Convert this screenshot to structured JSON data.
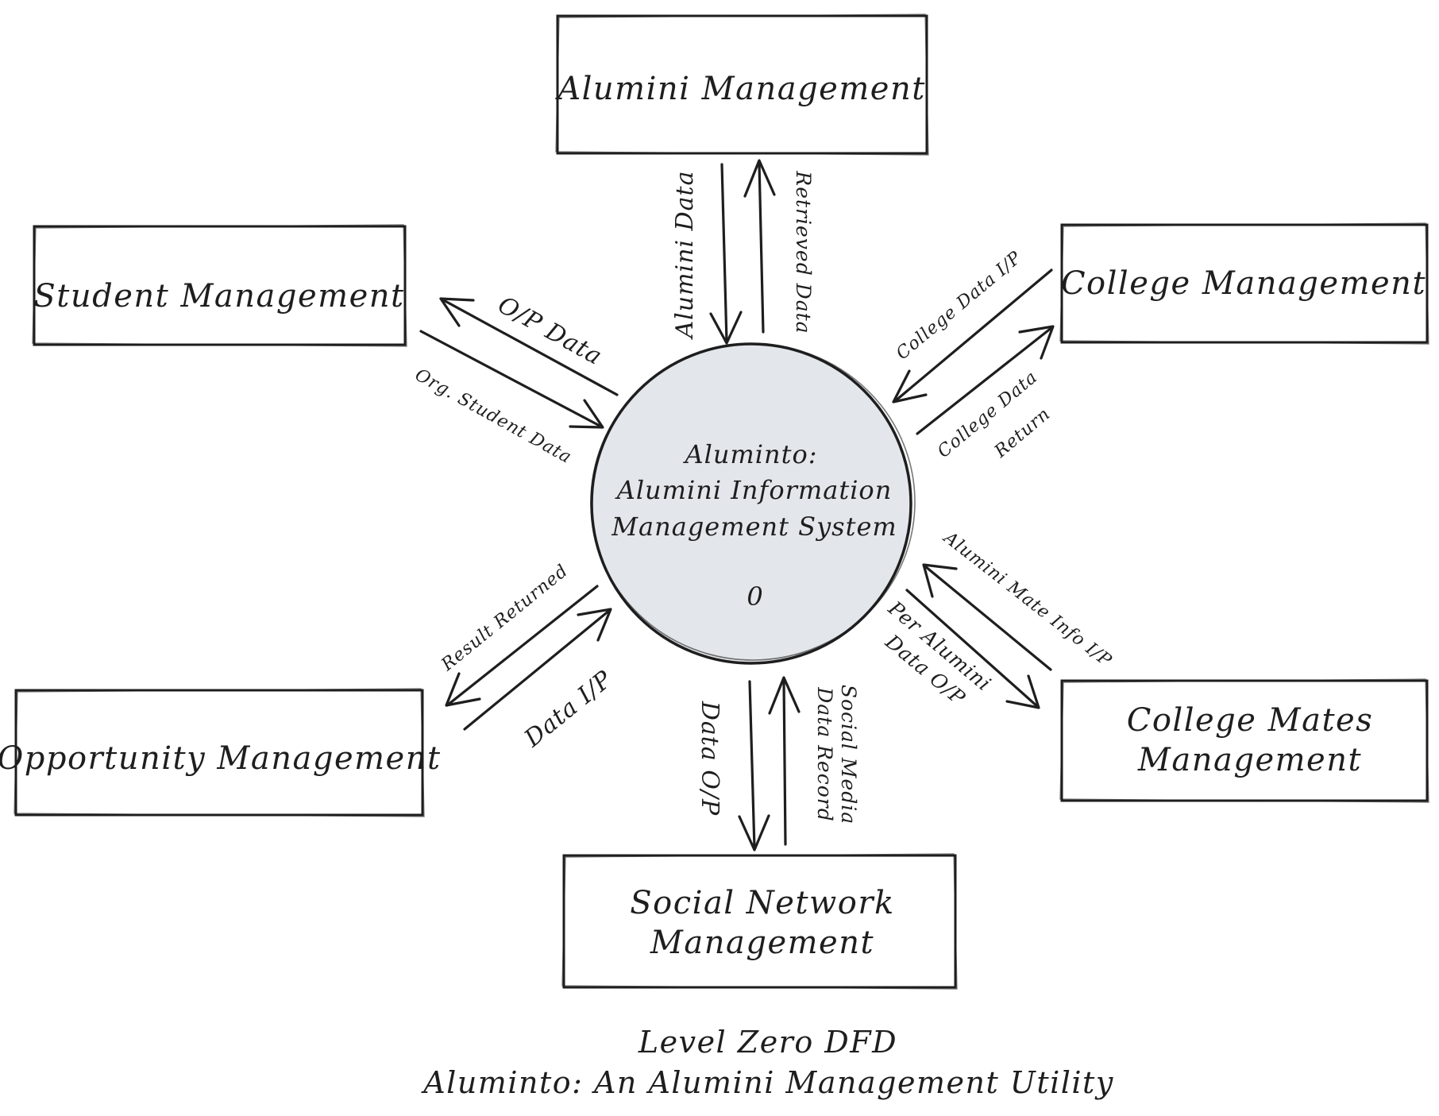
{
  "process": {
    "title": "Aluminto:",
    "subtitle_line1": "Alumini Information",
    "subtitle_line2": "Management System",
    "number": "0"
  },
  "entities": {
    "alumini": "Alumini Management",
    "student": "Student Management",
    "college": "College Management",
    "opportunity": "Opportunity Management",
    "college_mates_line1": "College Mates",
    "college_mates_line2": "Management",
    "social_line1": "Social Network",
    "social_line2": "Management"
  },
  "flows": {
    "alumini_data": "Alumini Data",
    "retrieved_data": "Retrieved Data",
    "op_data": "O/P Data",
    "org_student_data": "Org. Student Data",
    "college_data_ip": "College Data I/P",
    "college_data_return_line1": "College Data",
    "college_data_return_line2": "Return",
    "result_returned": "Result Returned",
    "data_ip": "Data I/P",
    "alumini_mate_info_ip": "Alumini Mate Info I/P",
    "per_alumini_line1": "Per Alumini",
    "per_alumini_line2": "Data O/P",
    "data_op": "Data O/P",
    "social_media_line1": "Social Media",
    "social_media_line2": "Data Record"
  },
  "caption": {
    "line1": "Level Zero DFD",
    "line2": "Aluminto: An Alumini Management Utility"
  }
}
